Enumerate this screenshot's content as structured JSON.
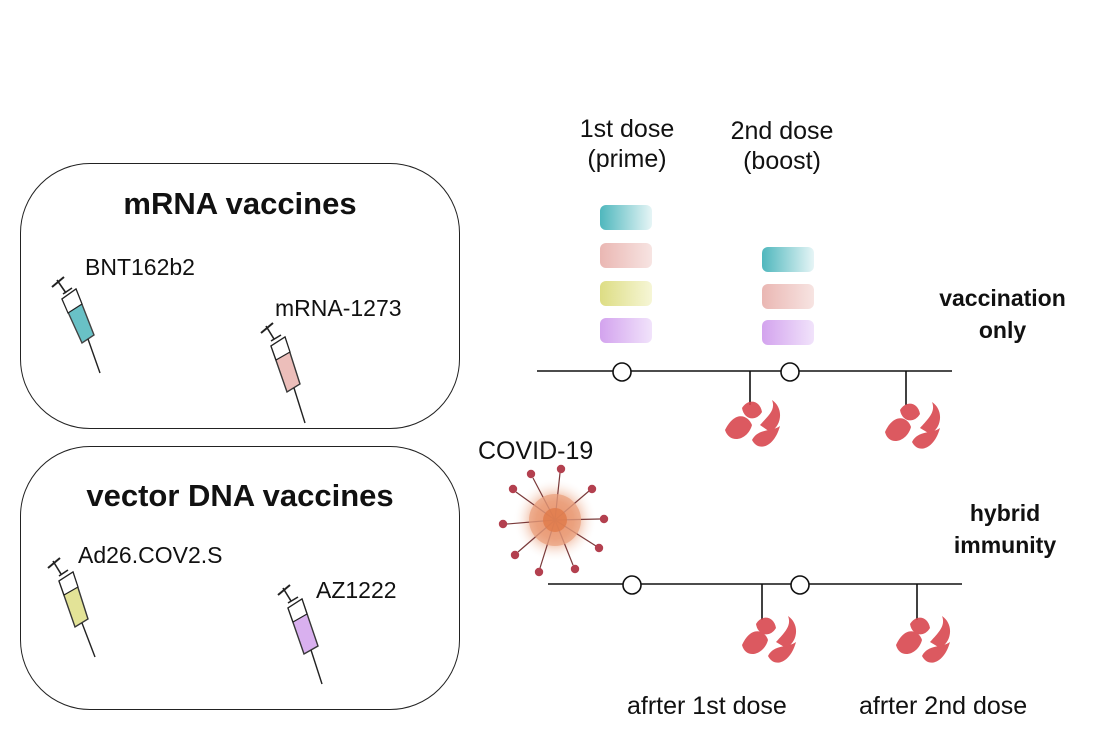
{
  "mrna_box": {
    "title": "mRNA vaccines",
    "items": [
      "BNT162b2",
      "mRNA-1273"
    ]
  },
  "vector_box": {
    "title": "vector DNA vaccines",
    "items": [
      "Ad26.COV2.S",
      "AZ1222"
    ]
  },
  "doses": {
    "first": [
      "1st dose",
      "(prime)"
    ],
    "second": [
      "2nd dose",
      "(boost)"
    ]
  },
  "rows": {
    "vaccination": [
      "vaccination",
      "only"
    ],
    "hybrid": [
      "hybrid",
      "immunity"
    ]
  },
  "virus_label": "COVID-19",
  "bottom": {
    "after_first": "afrter 1st dose",
    "after_second": "afrter 2nd dose"
  },
  "colors": {
    "teal": "#4fb7bd",
    "pink": "#eab7b3",
    "yellow": "#e0e08c",
    "purple": "#d5a8ee",
    "antibody": "#d9484f",
    "virus": "#e07a4a"
  }
}
